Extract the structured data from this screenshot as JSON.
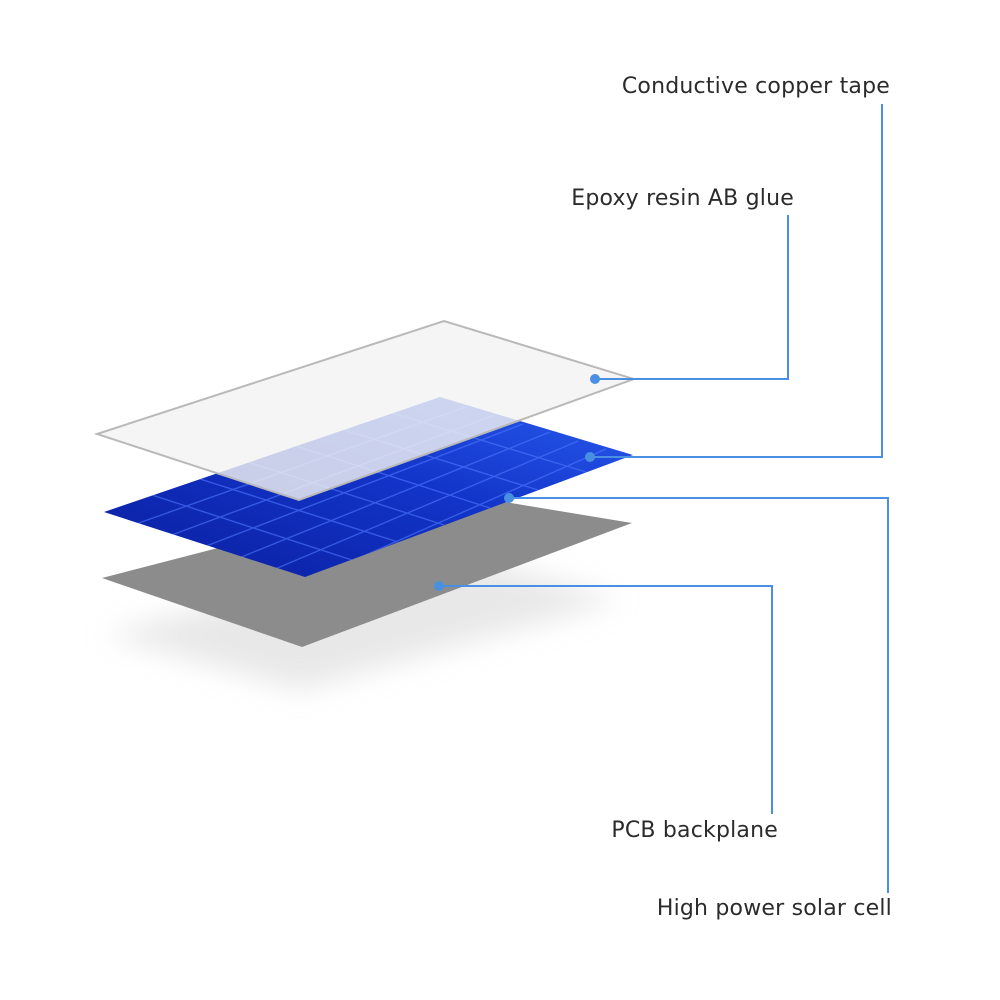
{
  "labels": {
    "conductive_copper_tape": "Conductive copper tape",
    "epoxy_resin_ab_glue": "Epoxy resin AB glue",
    "pcb_backplane": "PCB backplane",
    "high_power_solar_cell": "High power solar cell"
  },
  "colors": {
    "leader_line": "#4a90e2",
    "glass_fill": "#f3f3f3",
    "glass_edge": "#b9b9b9",
    "cell_blue_dark": "#0a1e9e",
    "cell_blue_light": "#1f4fe0",
    "backplane_gray": "#8c8c8c",
    "text": "#2b2b2b"
  }
}
